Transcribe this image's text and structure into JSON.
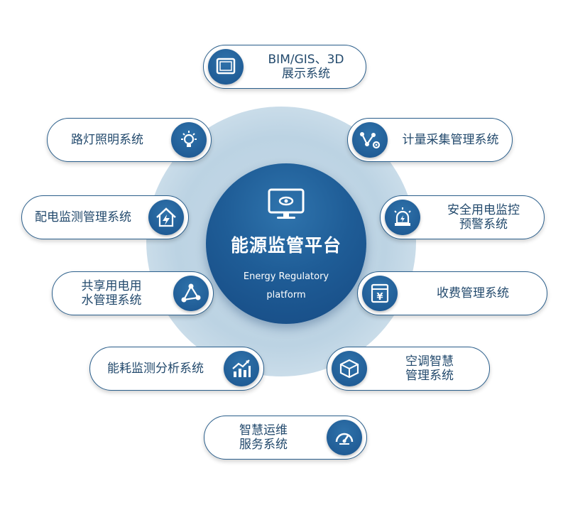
{
  "center": {
    "title": "能源监管平台",
    "subtitle_line1": "Energy Regulatory",
    "subtitle_line2": "platform"
  },
  "modules": {
    "bim": {
      "line1": "BIM/GIS、3D",
      "line2": "展示系统",
      "icon": "monitor-icon"
    },
    "streetlight": {
      "line1": "路灯照明系统",
      "icon": "lightbulb-icon"
    },
    "metering": {
      "line1": "计量采集管理系统",
      "icon": "network-gear-icon"
    },
    "distribution": {
      "line1": "配电监测管理系统",
      "icon": "house-lightning-icon"
    },
    "safety": {
      "line1": "安全用电监控",
      "line2": "预警系统",
      "icon": "alarm-light-icon"
    },
    "shared": {
      "line1": "共享用电用",
      "line2": "水管理系统",
      "icon": "share-nodes-icon"
    },
    "billing": {
      "line1": "收费管理系统",
      "icon": "yen-ledger-icon"
    },
    "energy": {
      "line1": "能耗监测分析系统",
      "icon": "bar-chart-icon"
    },
    "hvac": {
      "line1": "空调智慧",
      "line2": "管理系统",
      "icon": "cube-icon"
    },
    "operations": {
      "line1": "智慧运维",
      "line2": "服务系统",
      "icon": "gauge-icon"
    }
  },
  "colors": {
    "core_blue": "#1f5d97",
    "pill_border": "#2b5f8c",
    "text": "#234a6d",
    "halo": "#c9dbe8"
  }
}
